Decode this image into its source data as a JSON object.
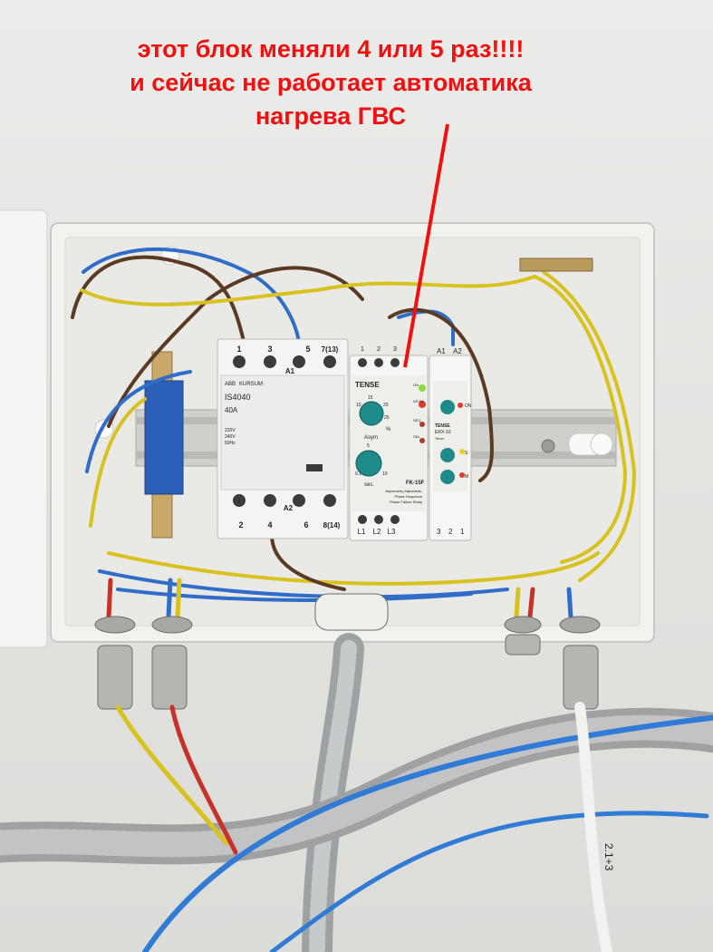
{
  "annotation": {
    "line1": "этот блок меняли 4 или 5 раз!!!!",
    "line2": "и сейчас не работает автоматика",
    "line3": "нагрева ГВС",
    "color": "#f01010"
  },
  "contactor": {
    "brand": "ABB",
    "brand2": "KURSUM",
    "model": "IS4040",
    "rating": "40A",
    "top_terminals": [
      "1",
      "3",
      "5",
      "7(13)"
    ],
    "top_coil": "A1",
    "bottom_terminals": [
      "2",
      "4",
      "6",
      "8(14)"
    ],
    "bottom_coil": "A2",
    "spec_lines": [
      "220V",
      "240V",
      "50Hz"
    ]
  },
  "phase_relay": {
    "brand": "TENSE",
    "model": "FK-15F",
    "description": [
      "Asymmetry Adjustable,",
      "Phase Sequence",
      "Phase Failure Relay"
    ],
    "knob1_label": "Asym",
    "knob1_unit": "%",
    "knob1_scale": [
      "10",
      "15",
      "20",
      "25"
    ],
    "knob2_label": "sec.",
    "knob2_scale": [
      "0.1",
      "5",
      "10"
    ],
    "top_terminals": [
      "1",
      "2",
      "3"
    ],
    "bottom_terminals": [
      "L1",
      "L2",
      "L3"
    ],
    "indicators": [
      "ON",
      "ASYM",
      "SEQ",
      "SDL"
    ]
  },
  "timer": {
    "brand": "TENSE",
    "model": "ERX-10",
    "type": "Timer",
    "top_terminals": [
      "A1",
      "A2"
    ],
    "bottom_terminals": [
      "3",
      "2",
      "1"
    ],
    "leds": [
      "ON",
      "S",
      "M"
    ]
  },
  "cable_tag": "2.1+3"
}
